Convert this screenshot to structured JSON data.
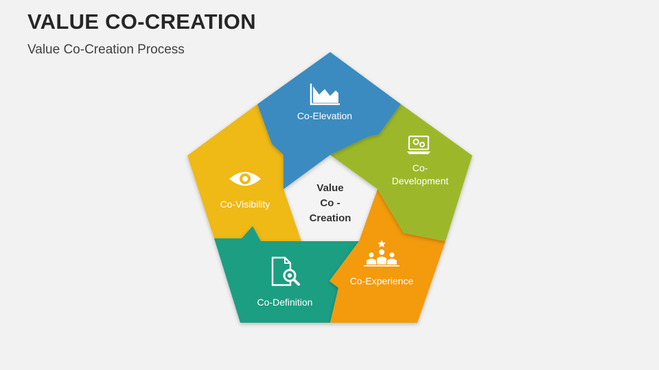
{
  "header": {
    "title": "VALUE CO-CREATION",
    "subtitle": "Value Co-Creation Process"
  },
  "center": {
    "lines": [
      "Value",
      "Co -",
      "Creation"
    ]
  },
  "segments": [
    {
      "label_lines": [
        "Co-Elevation"
      ],
      "color": "#3b8bc0",
      "icon": "chart-icon"
    },
    {
      "label_lines": [
        "Co-",
        "Development"
      ],
      "color": "#9cb82a",
      "icon": "laptop-gears-icon"
    },
    {
      "label_lines": [
        "Co-Experience"
      ],
      "color": "#f39a0d",
      "icon": "team-star-icon"
    },
    {
      "label_lines": [
        "Co-Definition"
      ],
      "color": "#1d9e82",
      "icon": "document-search-icon"
    },
    {
      "label_lines": [
        "Co-Visibility"
      ],
      "color": "#efb915",
      "icon": "eye-icon"
    }
  ]
}
